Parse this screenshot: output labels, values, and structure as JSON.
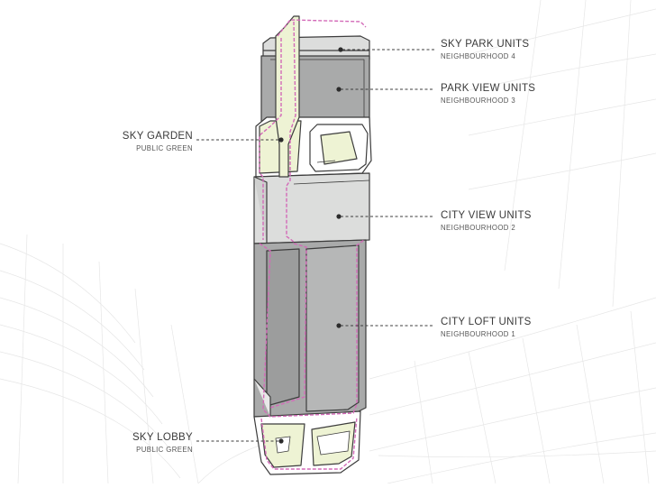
{
  "callouts": {
    "sky_park": {
      "title": "SKY PARK UNITS",
      "subtitle": "NEIGHBOURHOOD 4"
    },
    "park_view": {
      "title": "PARK VIEW UNITS",
      "subtitle": "NEIGHBOURHOOD 3"
    },
    "sky_garden": {
      "title": "SKY GARDEN",
      "subtitle": "PUBLIC GREEN"
    },
    "city_view": {
      "title": "CITY VIEW UNITS",
      "subtitle": "NEIGHBOURHOOD 2"
    },
    "city_loft": {
      "title": "CITY LOFT UNITS",
      "subtitle": "NEIGHBOURHOOD 1"
    },
    "sky_lobby": {
      "title": "SKY LOBBY",
      "subtitle": "PUBLIC GREEN"
    }
  },
  "colors": {
    "unit_dark": "#a9aaaa",
    "unit_light": "#dcdddc",
    "green_space": "#eef3d4",
    "circulation_line": "#d36ab8",
    "outline": "#3c3c3c",
    "grid_line": "#e2e2e2"
  }
}
